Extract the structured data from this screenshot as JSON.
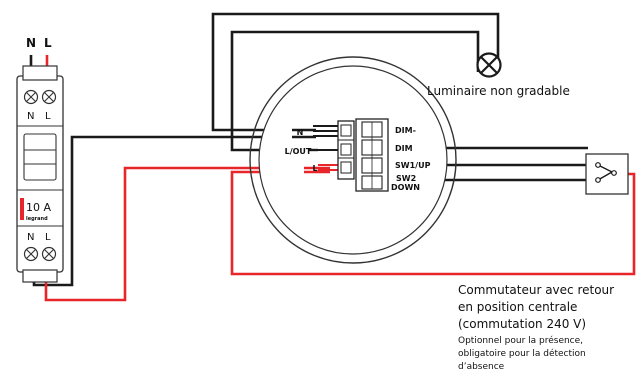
{
  "supply": {
    "neutral": "N",
    "line": "L"
  },
  "breaker": {
    "top_neutral": "N",
    "top_line": "L",
    "rating": "10 A",
    "brand": "legrand",
    "bottom_neutral": "N",
    "bottom_line": "L"
  },
  "luminaire": {
    "label": "Luminaire non gradable"
  },
  "module_terminals": {
    "n": "N",
    "l_out": "L/OUT",
    "l": "L",
    "dim_minus": "DIM-",
    "dim": "DIM",
    "sw1": "SW1/UP",
    "sw2_line1": "SW2",
    "sw2_line2": "DOWN"
  },
  "switch_note": {
    "line1": "Commutateur avec retour",
    "line2": "en position centrale",
    "line3": "(commutation 240 V)",
    "note1": "Optionnel pour la présence,",
    "note2": "obligatoire pour la détection",
    "note3": "d’absence"
  },
  "colors": {
    "line": "#e8262a",
    "neutral": "#1a1a1a",
    "frame": "#333333"
  }
}
